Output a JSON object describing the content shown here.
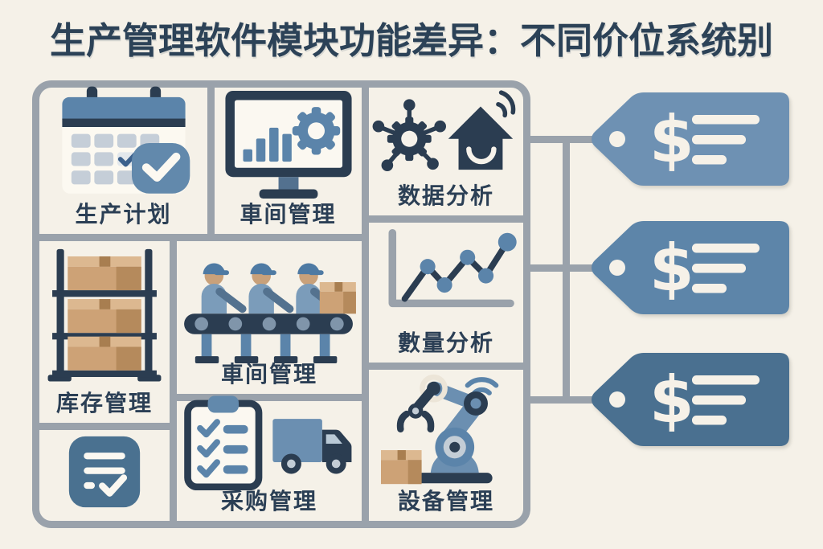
{
  "title": "生产管理软件模块功能差异：不同价位系统别",
  "modules": [
    {
      "label": "生产计划",
      "icon": "calendar-check"
    },
    {
      "label": "車间管理",
      "icon": "monitor-analytics-gear"
    },
    {
      "label": "数据分析",
      "icon": "gear-network-smart-home"
    },
    {
      "label": "库存管理",
      "icon": "warehouse-shelf-boxes"
    },
    {
      "label": "車间管理",
      "icon": "assembly-line-workers"
    },
    {
      "label": "數量分析",
      "icon": "line-chart"
    },
    {
      "label": "",
      "icon": "checklist"
    },
    {
      "label": "采购管理",
      "icon": "clipboard-truck"
    },
    {
      "label": "設备管理",
      "icon": "robot-arm-wifi"
    }
  ],
  "price_tags": [
    {
      "tier": "1",
      "symbol": "$",
      "color": "#6e91b3",
      "line_widths": [
        84,
        67,
        43
      ]
    },
    {
      "tier": "2",
      "symbol": "$",
      "color": "#5d85a9",
      "line_widths": [
        84,
        67,
        43
      ]
    },
    {
      "tier": "3",
      "symbol": "$",
      "color": "#4a7090",
      "line_widths": [
        84,
        67,
        43
      ]
    }
  ],
  "colors": {
    "background": "#f5f1e8",
    "grid_line": "#9aa2ab",
    "label_text": "#2b3f55",
    "icon_navy": "#2b3d51",
    "icon_steel_blue": "#5b84aa",
    "box_tan": "#cda276"
  }
}
